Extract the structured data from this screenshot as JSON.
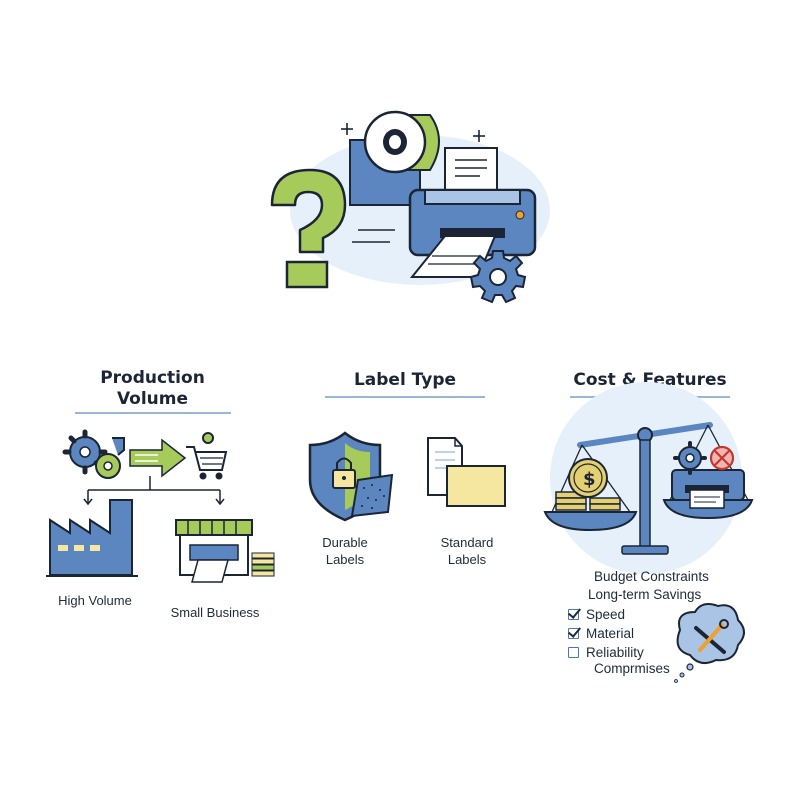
{
  "sections": {
    "production": {
      "title_line1": "Production",
      "title_line2": "Volume",
      "high_volume_label": "High Volume",
      "small_business_label": "Small Business"
    },
    "label_type": {
      "title": "Label Type",
      "durable_line1": "Durable",
      "durable_line2": "Labels",
      "standard_line1": "Standard",
      "standard_line2": "Labels"
    },
    "cost": {
      "title": "Cost & Features",
      "budget": "Budget Constraints",
      "savings": "Long-term Savings",
      "checklist": [
        {
          "label": "Speed",
          "checked": true
        },
        {
          "label": "Material",
          "checked": true
        },
        {
          "label": "Reliability",
          "checked": false
        }
      ],
      "compromises": "Comprmises"
    }
  },
  "colors": {
    "navy": "#1b2536",
    "blue": "#5b86bf",
    "light_blue": "#a9c4e4",
    "green": "#a7cb5a",
    "yellow": "#f5e7a0",
    "bg_blob": "#e6f0fa"
  }
}
